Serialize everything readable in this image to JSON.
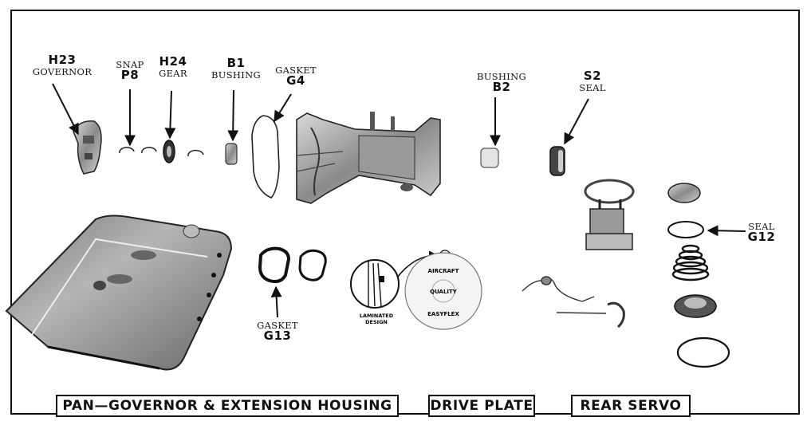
{
  "labels": {
    "h23": {
      "code": "H23",
      "word": "GOVERNOR"
    },
    "p8": {
      "word": "SNAP",
      "code": "P8"
    },
    "h24": {
      "code": "H24",
      "word": "GEAR"
    },
    "b1": {
      "code": "B1",
      "word": "BUSHING"
    },
    "g4": {
      "word": "GASKET",
      "code": "G4"
    },
    "b2": {
      "word": "BUSHING",
      "code": "B2"
    },
    "s2": {
      "code": "S2",
      "word": "SEAL"
    },
    "g12": {
      "word": "SEAL",
      "code": "G12"
    },
    "g13": {
      "word": "GASKET",
      "code": "G13"
    }
  },
  "drive_plate_text": {
    "aircraft": "AIRCRAFT",
    "quality": "QUALITY",
    "easyflex": "EASYFLEX",
    "laminated": "LAMINATED",
    "design": "DESIGN"
  },
  "section_titles": {
    "pan": "PAN—GOVERNOR & EXTENSION HOUSING",
    "drive_plate": "DRIVE PLATE",
    "rear_servo": "REAR SERVO"
  }
}
